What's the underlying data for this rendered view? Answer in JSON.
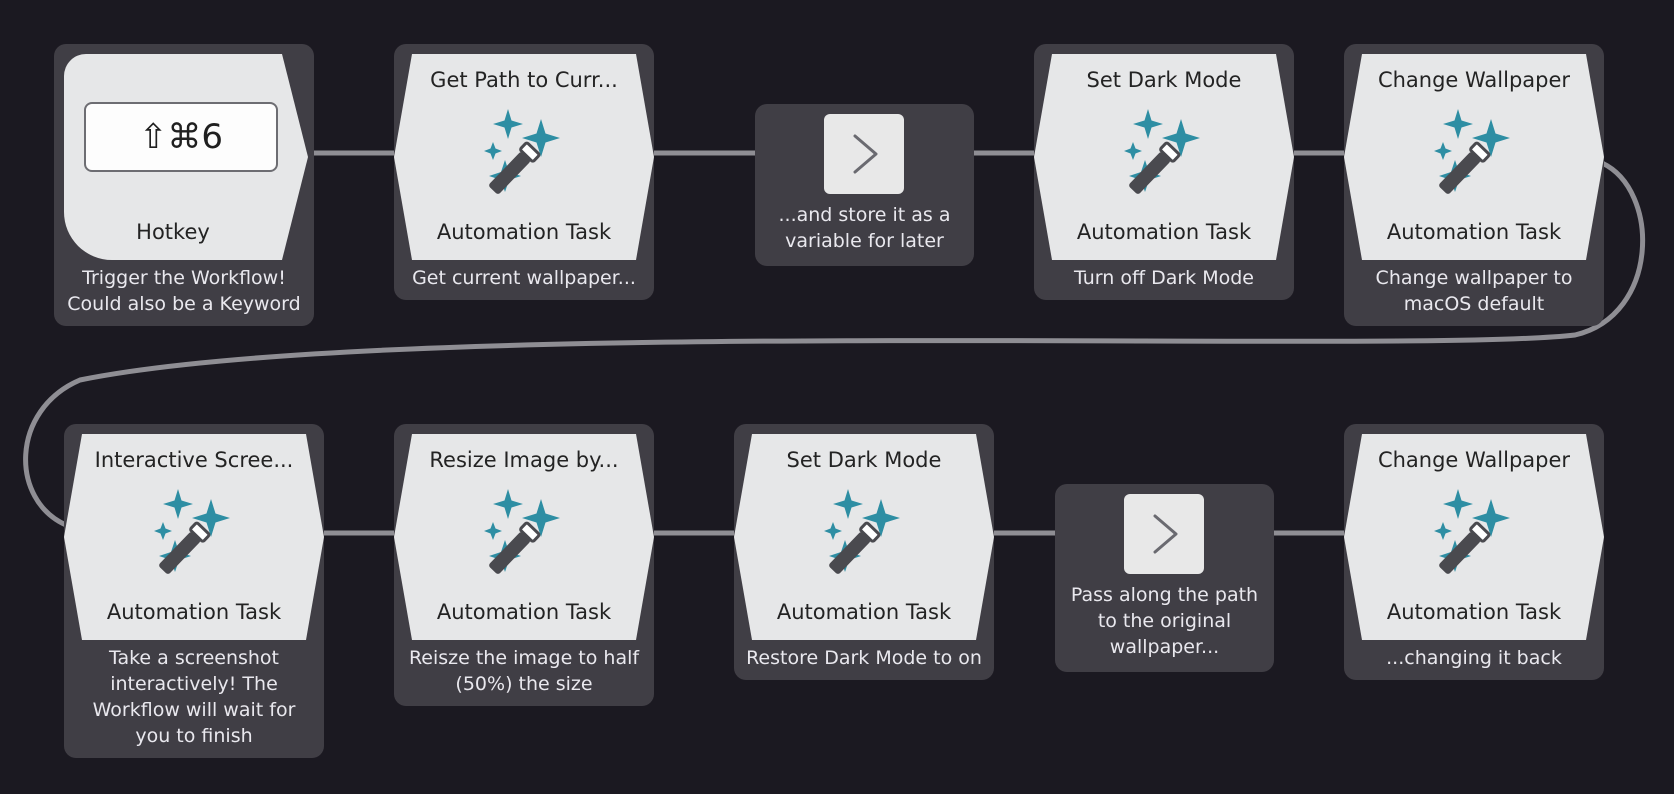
{
  "hotkey": {
    "shortcut": "⇧⌘6",
    "label": "Hotkey",
    "caption_line1": "Trigger the Workflow!",
    "caption_line2": "Could also be a Keyword"
  },
  "row1": [
    {
      "title": "Get Path to Curr...",
      "subtitle": "Automation Task",
      "caption_lines": [
        "Get current wallpaper..."
      ],
      "icon": "magic-wand-icon"
    },
    {
      "title": "Set Dark Mode",
      "subtitle": "Automation Task",
      "caption_lines": [
        "Turn off Dark Mode"
      ],
      "icon": "magic-wand-icon"
    },
    {
      "title": "Change Wallpaper",
      "subtitle": "Automation Task",
      "caption_lines": [
        "Change wallpaper to",
        "macOS default"
      ],
      "icon": "magic-wand-icon"
    }
  ],
  "pass1": {
    "caption_lines": [
      "...and store it as a",
      "variable for later"
    ],
    "icon": "chevron-right-icon"
  },
  "row2": [
    {
      "title": "Interactive Scree...",
      "subtitle": "Automation Task",
      "caption_lines": [
        "Take a screenshot",
        "interactively! The",
        "Workflow will wait for",
        "you to finish"
      ],
      "icon": "magic-wand-icon"
    },
    {
      "title": "Resize Image by...",
      "subtitle": "Automation Task",
      "caption_lines": [
        "Reisze the image to half",
        "(50%) the size"
      ],
      "icon": "magic-wand-icon"
    },
    {
      "title": "Set Dark Mode",
      "subtitle": "Automation Task",
      "caption_lines": [
        "Restore Dark Mode to on"
      ],
      "icon": "magic-wand-icon"
    },
    {
      "title": "Change Wallpaper",
      "subtitle": "Automation Task",
      "caption_lines": [
        "...changing it back"
      ],
      "icon": "magic-wand-icon"
    }
  ],
  "pass2": {
    "caption_lines": [
      "Pass along the path",
      "to the original",
      "wallpaper..."
    ],
    "icon": "chevron-right-icon"
  },
  "colors": {
    "background": "#1b1921",
    "node": "#403e45",
    "tile": "#e6e7e8",
    "icon_accent": "#2e8ea3",
    "connector": "#8f8e94"
  }
}
